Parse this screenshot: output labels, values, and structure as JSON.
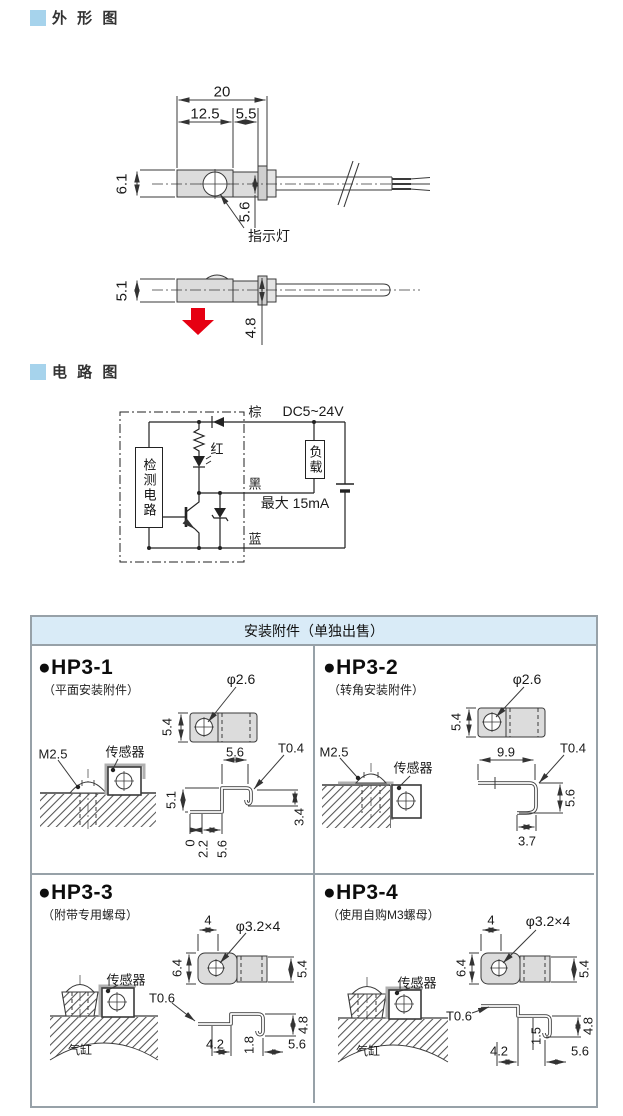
{
  "sections": {
    "outline_title": "外 形 图",
    "circuit_title": "电 路 图"
  },
  "outline": {
    "top_view": {
      "total_w": "20",
      "front_w": "12.5",
      "rear_w": "5.5",
      "height": "6.1",
      "rear_h": "5.6",
      "indicator_label": "指示灯"
    },
    "side_view": {
      "height": "5.1",
      "collar_h": "4.8"
    }
  },
  "circuit": {
    "wire_brown": "棕",
    "supply": "DC5~24V",
    "led_red": "红",
    "wire_black": "黑",
    "max_current": "最大 15mA",
    "wire_blue": "蓝",
    "load": "负载",
    "detector": "检测电路"
  },
  "accessories": {
    "header": "安装附件（单独出售）",
    "hp31": {
      "name": "●HP3-1",
      "subtitle": "（平面安装附件）",
      "hole": "φ2.6",
      "plate_h": "5.4",
      "screw": "M2.5",
      "sensor": "传感器",
      "top_w": "5.6",
      "thickness": "T0.4",
      "side_h": "5.1",
      "lip": "3.4",
      "ord0": "0",
      "ord1": "2.2",
      "ord2": "5.6"
    },
    "hp32": {
      "name": "●HP3-2",
      "subtitle": "（转角安装附件）",
      "hole": "φ2.6",
      "plate_h": "5.4",
      "screw": "M2.5",
      "sensor": "传感器",
      "top_w": "9.9",
      "thickness": "T0.4",
      "side_h": "5.6",
      "lip": "3.7"
    },
    "hp33": {
      "name": "●HP3-3",
      "subtitle": "（附带专用螺母）",
      "tab_w": "4",
      "hole": "φ3.2×4",
      "tab_h": "6.4",
      "plate_h": "5.4",
      "sensor": "传感器",
      "cylinder": "气缸",
      "thickness": "T0.6",
      "base_w": "4.2",
      "step": "1.8",
      "top_w": "5.6",
      "side_h": "4.8"
    },
    "hp34": {
      "name": "●HP3-4",
      "subtitle": "（使用自购M3螺母）",
      "tab_w": "4",
      "hole": "φ3.2×4",
      "tab_h": "6.4",
      "plate_h": "5.4",
      "sensor": "传感器",
      "cylinder": "气缸",
      "thickness": "T0.6",
      "base_w": "4.2",
      "step": "1.5",
      "top_w": "5.6",
      "side_h": "4.8"
    }
  },
  "colors": {
    "accent_blue": "#a6d3ec",
    "table_header_bg": "#d9ebf7",
    "arrow_red": "#e60012"
  }
}
